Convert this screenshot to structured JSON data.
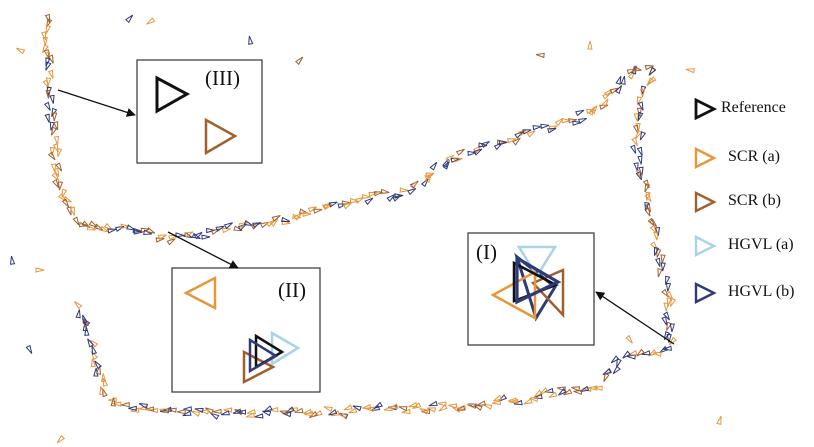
{
  "colors": {
    "reference": "#111111",
    "scr_a": "#e8963a",
    "scr_b": "#a0602d",
    "hgvl_a": "#a9d3ea",
    "hgvl_b": "#2e3a7a"
  },
  "legend": {
    "reference": "Reference",
    "scr_a": "SCR (a)",
    "scr_b": "SCR (b)",
    "hgvl_a": "HGVL (a)",
    "hgvl_b": "HGVL (b)"
  },
  "insets": {
    "i": "(I)",
    "ii": "(II)",
    "iii": "(III)"
  },
  "icons": [
    "triangle-marker-icon",
    "arrow-icon"
  ]
}
